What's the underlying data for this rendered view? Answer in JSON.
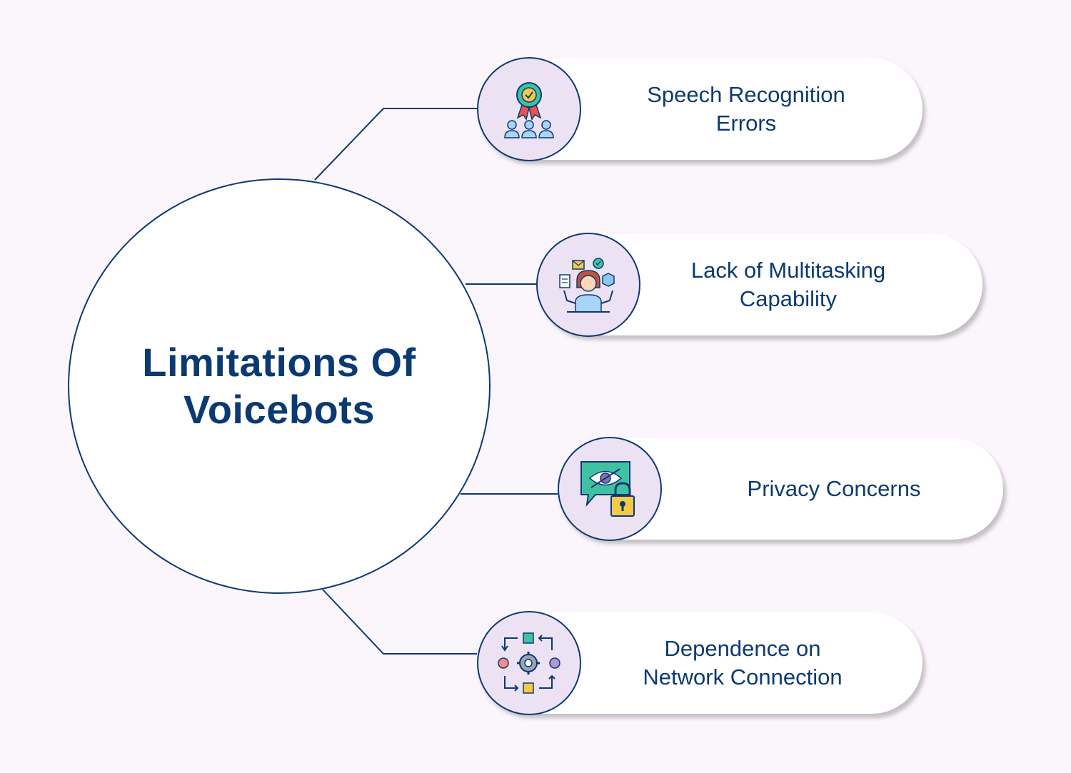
{
  "hub": {
    "title": "Limitations Of\nVoicebots"
  },
  "items": [
    {
      "label": "Speech Recognition\nErrors",
      "icon": "award-team-icon"
    },
    {
      "label": "Lack of Multitasking\nCapability",
      "icon": "multitasking-person-icon"
    },
    {
      "label": "Privacy Concerns",
      "icon": "private-chat-lock-icon"
    },
    {
      "label": "Dependence on\nNetwork Connection",
      "icon": "network-process-icon"
    }
  ],
  "colors": {
    "accent": "#0b3a72",
    "background": "#fbf5fc",
    "icon_bg": "#ede2f3"
  }
}
